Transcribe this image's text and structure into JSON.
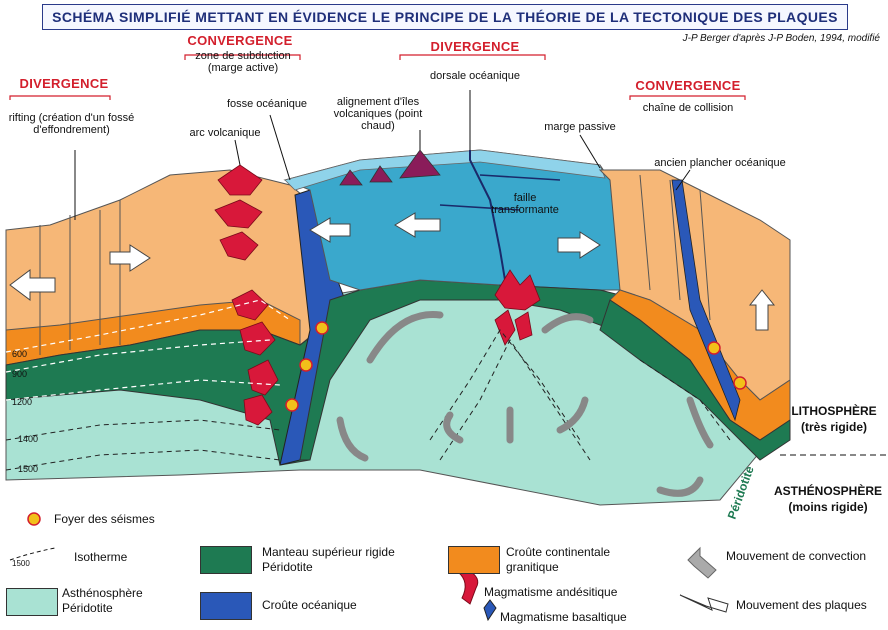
{
  "title": "SCHÉMA SIMPLIFIÉ METTANT EN ÉVIDENCE LE PRINCIPE DE LA THÉORIE DE LA TECTONIQUE DES PLAQUES",
  "credit": "J-P Berger d'après J-P Boden, 1994, modifié",
  "zones": {
    "divergence_left": "DIVERGENCE",
    "rifting": "rifting (création d'un fossé d'effondrement)",
    "convergence_left": "CONVERGENCE",
    "subduction": "zone de subduction (marge active)",
    "fosse": "fosse océanique",
    "arc": "arc volcanique",
    "alignement": "alignement d'îles volcaniques (point chaud)",
    "divergence_center": "DIVERGENCE",
    "dorsale": "dorsale océanique",
    "faille": "faille transformante",
    "marge_passive": "marge passive",
    "convergence_right": "CONVERGENCE",
    "collision": "chaîne de collision",
    "ancien_plancher": "ancien plancher océanique"
  },
  "layers": {
    "lithosphere": "LITHOSPHÈRE",
    "lithosphere_sub": "(très rigide)",
    "asthenosphere": "ASTHÉNOSPHÈRE",
    "asthenosphere_sub": "(moins rigide)",
    "peridotite": "Péridotite"
  },
  "isotherms": [
    "600",
    "900",
    "1200",
    "1400",
    "1500"
  ],
  "legend": {
    "seismes": "Foyer des séismes",
    "isotherme_value": "1500",
    "isotherme": "Isotherme",
    "asthenosphere": "Asthénosphère Péridotite",
    "manteau": "Manteau supérieur rigide Péridotite",
    "croute_oceanique": "Croûte océanique",
    "croute_continentale": "Croûte continentale granitique",
    "magmatisme_andesitique": "Magmatisme andésitique",
    "magmatisme_basaltique": "Magmatisme basaltique",
    "convection": "Mouvement de convection",
    "plaques": "Mouvement des plaques"
  },
  "colors": {
    "continental": "#f6b777",
    "continental_deep": "#f28b1e",
    "mantle_green": "#1e7a52",
    "oceanic_crust": "#2a58b8",
    "ocean": "#3aa8cc",
    "ocean_light": "#8fd3ea",
    "asthenosphere": "#a9e2d3",
    "magma": "#d8183a",
    "title": "#1f2f7a"
  }
}
